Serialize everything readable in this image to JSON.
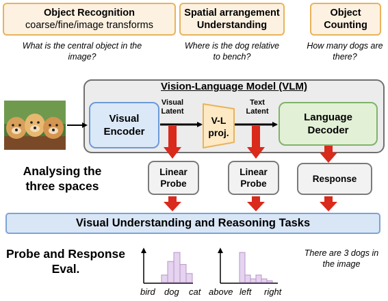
{
  "tasks": [
    {
      "title": "Object Recognition",
      "subtitle": "coarse/fine/image transforms",
      "question": "What is the central object in the image?"
    },
    {
      "title": "Spatial arrangement",
      "subtitle": "Understanding",
      "question": "Where is the dog relative to bench?"
    },
    {
      "title": "Object",
      "subtitle": "Counting",
      "question": "How many dogs are there?"
    }
  ],
  "vlm": {
    "title": "Vision-Language Model (VLM)",
    "encoder": "Visual Encoder",
    "visual_latent": "Visual Latent",
    "projector": "V-L proj.",
    "text_latent": "Text Latent",
    "decoder": "Language Decoder"
  },
  "analysis_label": "Analysing the three spaces",
  "probes": {
    "linear_1": "Linear Probe",
    "linear_2": "Linear Probe",
    "response": "Response"
  },
  "tasks_bar": "Visual Understanding and Reasoning Tasks",
  "eval_label": "Probe and Response Eval.",
  "histogram_1": {
    "labels": [
      "bird",
      "dog",
      "cat"
    ],
    "bars": [
      0.25,
      0.7,
      1.0,
      0.6,
      0.3
    ]
  },
  "histogram_2": {
    "labels": [
      "above",
      "left",
      "right"
    ],
    "bars": [
      1.0,
      0.25,
      0.12,
      0.25,
      0.12,
      0.06
    ]
  },
  "answer": "There are 3 dogs in the image",
  "colors": {
    "task_fill": "#fdf1e1",
    "task_border": "#e8b35a",
    "encoder_fill": "#dbe8f8",
    "decoder_fill": "#e2f0d6",
    "projector_fill": "#fde9c4",
    "red_arrow": "#d92a1c",
    "bar_fill": "#e5d3ef"
  }
}
